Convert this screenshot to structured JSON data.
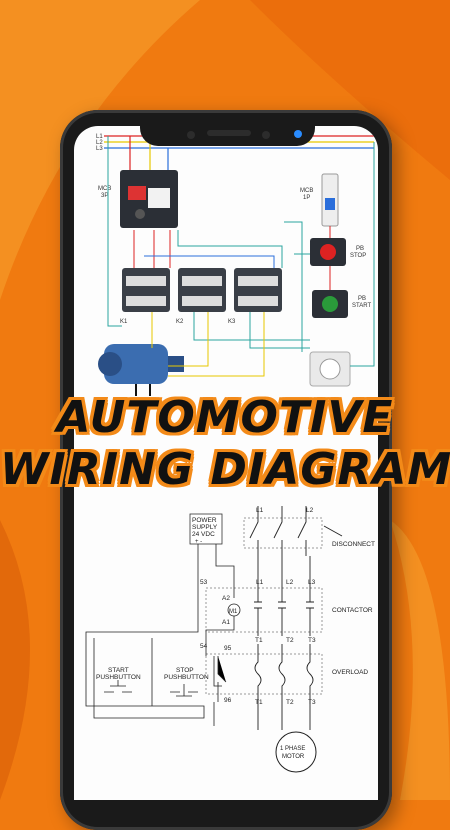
{
  "headline": {
    "line1": "AUTOMOTIVE",
    "line2": "WIRING DIAGRAM"
  },
  "top_diagram": {
    "terminal_labels": [
      "L1",
      "L2",
      "L3"
    ],
    "mcb3p_label": "MCB\n3P",
    "mcb3p_line1": "MCB",
    "mcb3p_line2": "3P",
    "mcb1p_line1": "MCB",
    "mcb1p_line2": "1P",
    "pb_stop_line1": "PB",
    "pb_stop_line2": "STOP",
    "pb_start_line1": "PB",
    "pb_start_line2": "START",
    "contactors": [
      "K1",
      "K2",
      "K3"
    ]
  },
  "bottom_diagram": {
    "power_supply_line1": "POWER",
    "power_supply_line2": "SUPPLY",
    "power_supply_line3": "24  VDC",
    "power_supply_polarity": "+    -",
    "line_labels_top": [
      "L1",
      "L2"
    ],
    "disconnect_label": "DISCONNECT",
    "contactor_line_labels": [
      "L1",
      "L2",
      "L3"
    ],
    "contactor_label": "CONTACTOR",
    "load_labels": [
      "T1",
      "T2",
      "T3"
    ],
    "overload_label": "OVERLOAD",
    "overload_terminals": [
      "T1",
      "T2",
      "T3"
    ],
    "coil_terminal_a2": "A2",
    "coil_terminal_a1": "A1",
    "coil_label": "M1",
    "wire_numbers": [
      "53",
      "54",
      "95",
      "96"
    ],
    "start_pushbutton_line1": "START",
    "start_pushbutton_line2": "PUSHBUTTON",
    "stop_pushbutton_line1": "STOP",
    "stop_pushbutton_line2": "PUSHBUTTON",
    "motor_line1": "1 PHASE",
    "motor_line2": "MOTOR"
  },
  "colors": {
    "background_orange": "#f07a10",
    "headline_outline": "#f38a18",
    "phone_frame": "#1a1a1a",
    "camera_accent": "#2a8cff"
  }
}
